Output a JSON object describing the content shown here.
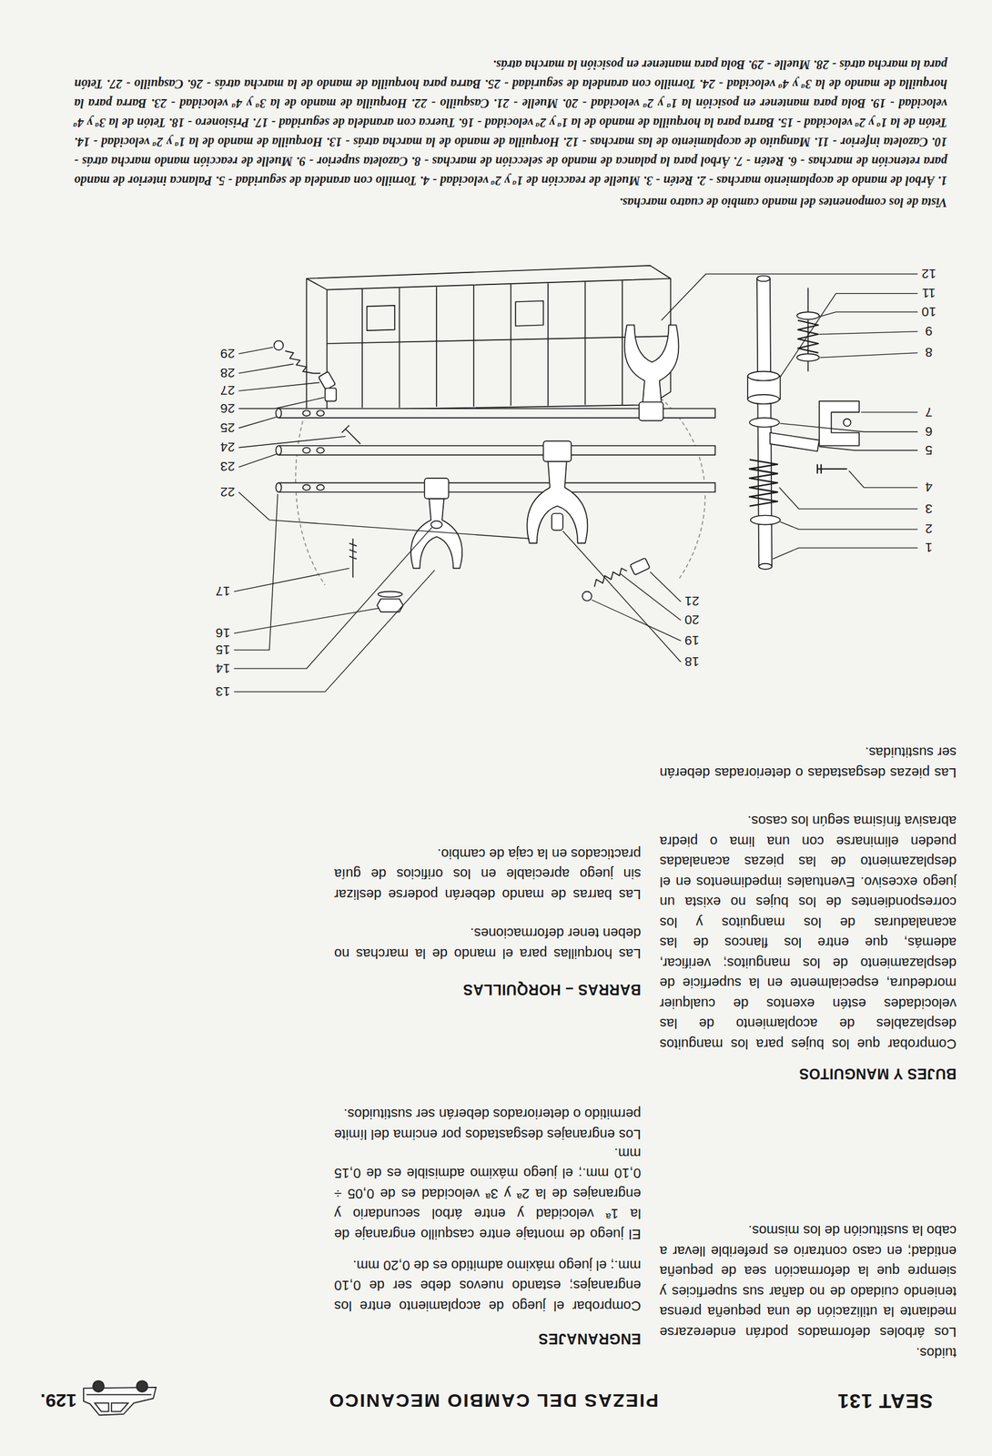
{
  "diagram": {
    "title": "PIEZAS DEL CAMBIO MECANICO",
    "caption": "Vista de los componentes del mando cambio de cuatro marchas.",
    "labels": [
      "SEAT 131",
      "129.",
      "tuidos.",
      "Los árboles deformados podrán enderezarse mediante la utilización de una pequeña prensa teniendo cuidado de no dañar sus superficies y siempre que la deformación sea de pequeña entidad; en caso contrario es preferible llevar a cabo la sustitución de los mismos.",
      "BUJES Y MANGUITOS",
      "Comprobar que los bujes para los manguitos desplazables de acoplamiento de las velocidades estén exentos de cualquier mordedura, especialmente en la superficie de desplazamiento de los manguitos; verificar, además, que entre los flancos de las acanaladuras de los manguitos y los correspondientes de los bujes no exista un juego excesivo. Eventuales impedimentos en el desplazamiento de las piezas acanaladas pueden eliminarse con una lima o piedra abrasiva finísima según los casos.",
      "Las piezas desgastadas o deterioradas deberán ser sustituidas.",
      "ENGRANAJES",
      "Comprobar el juego de acoplamiento entre los engranajes; estando nuevos debe ser de 0,10 mm.; el juego máximo admitido es de 0,20 mm.",
      "El juego de montaje entre casquillo engranaje de la 1ª velocidad y entre árbol secundario y engranajes de la 2ª y 3ª velocidad es de 0,05 ÷ 0,10 mm.; el juego máximo admisible es de 0,15 mm.",
      "Los engranajes desgastados por encima del límite permitido o deteriorados deberán ser sustituidos.",
      "BARRAS – HORQUILLAS",
      "Las horquillas para el mando de la marchas no deben tener deformaciones.",
      "Las barras de mando deberán poderse deslizar sin juego apreciable en los orificios de guía practicados en la caja de cambio.",
      "1",
      "2",
      "3",
      "4",
      "5",
      "6",
      "7",
      "8",
      "9",
      "10",
      "11",
      "12",
      "13",
      "14",
      "15",
      "16",
      "17",
      "18",
      "19",
      "20",
      "21",
      "22",
      "23",
      "24",
      "25",
      "26",
      "27",
      "28",
      "29",
      "1. Árbol de mando de acoplamiento marchas - 2. Retén - 3. Muelle de reacción de 1ª y 2ª velocidad - 4. Tornillo con arandela de seguridad - 5. Palanca interior de mando para retención de marchas - 6. Retén - 7. Árbol para la palanca de mando de selección de marchas - 8. Cazoleta superior - 9. Muelle de reacción mando marcha atrás - 10. Cazoleta inferior - 11. Manguito de acoplamiento de las marchas - 12. Horquilla de mando de la marcha atrás - 13. Horquilla de mando de la 1ª y 2ª velocidad - 14. Tetón de la 1ª y 2ª velocidad - 15. Barra para la horquilla de mando de la 1ª y 2ª velocidad - 16. Tuerca con arandela de seguridad - 17. Prisionero - 18. Tetón de la 3ª y 4ª velocidad - 19. Bola para mantener en posición la 1ª y 2ª velocidad - 20. Muelle - 21. Casquillo - 22. Horquilla de mando de la 3ª y 4ª velocidad - 23. Barra para la horquilla de mando de la 3ª y 4ª velocidad - 24. Tornillo con arandela de seguridad - 25. Barra para horquilla de mando de la marcha atrás - 26. Casquillo - 27. Tetón para la marcha atrás - 28. Muelle - 29. Bola para mantener en posición la marcha atrás."
    ]
  }
}
